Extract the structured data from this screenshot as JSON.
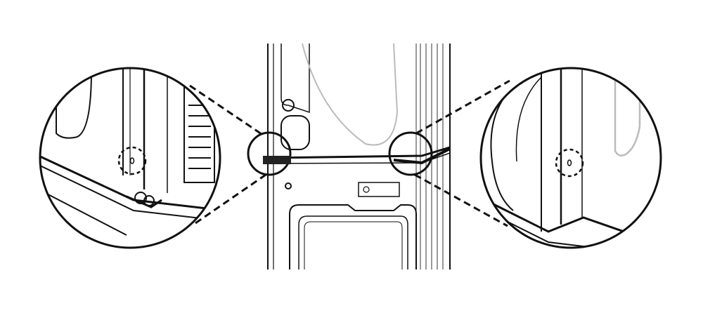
{
  "diagram": {
    "colors": {
      "line": "#111111",
      "light_line": "#bbbbbb",
      "background": "#ffffff"
    },
    "icons": [
      "appliance-stack",
      "detail-magnifier-left",
      "detail-magnifier-right",
      "screw-hole-highlight"
    ]
  }
}
